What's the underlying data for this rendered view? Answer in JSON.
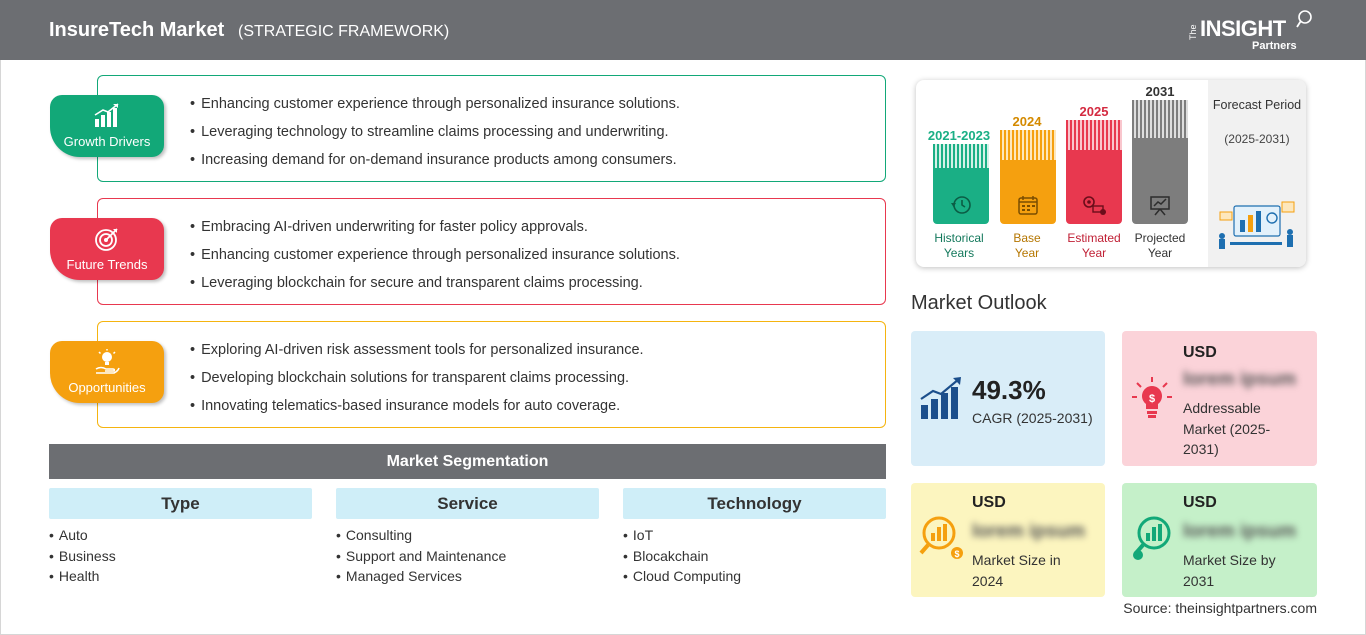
{
  "header": {
    "title": "InsureTech Market",
    "subtitle": "(STRATEGIC FRAMEWORK)",
    "logo_the": "The",
    "logo_insight": "INSIGHT",
    "logo_partners": "Partners"
  },
  "framework": {
    "growth_drivers": {
      "label": "Growth Drivers",
      "color": "#12a878",
      "items": [
        "Enhancing customer experience through personalized insurance solutions.",
        "Leveraging technology to streamline claims processing and underwriting.",
        "Increasing demand for on-demand insurance products among consumers."
      ]
    },
    "future_trends": {
      "label": "Future Trends",
      "color": "#e8384f",
      "items": [
        "Embracing AI-driven underwriting for faster policy approvals.",
        "Enhancing customer experience through personalized insurance solutions.",
        "Leveraging blockchain for secure and transparent claims processing."
      ]
    },
    "opportunities": {
      "label": "Opportunities",
      "color": "#f5a00f",
      "items": [
        "Exploring AI-driven risk assessment tools for personalized insurance.",
        "Developing blockchain solutions for transparent claims processing.",
        "Innovating telematics-based insurance models for auto coverage."
      ]
    }
  },
  "segmentation": {
    "title": "Market Segmentation",
    "columns": [
      {
        "heading": "Type",
        "items": [
          "Auto",
          "Business",
          "Health"
        ]
      },
      {
        "heading": "Service",
        "items": [
          "Consulting",
          "Support and Maintenance",
          "Managed Services"
        ]
      },
      {
        "heading": "Technology",
        "items": [
          "IoT",
          "Blocakchain",
          "Cloud Computing"
        ]
      }
    ]
  },
  "timeline": {
    "periods": [
      {
        "year": "2021-2023",
        "label_line1": "Historical",
        "label_line2": "Years",
        "color": "#1aaf85",
        "icon": "history-icon"
      },
      {
        "year": "2024",
        "label_line1": "Base",
        "label_line2": "Year",
        "color": "#f5a00f",
        "icon": "calendar-icon"
      },
      {
        "year": "2025",
        "label_line1": "Estimated",
        "label_line2": "Year",
        "color": "#e8384f",
        "icon": "gear-money-icon"
      },
      {
        "year": "2031",
        "label_line1": "Projected",
        "label_line2": "Year",
        "color": "#7d7d7d",
        "icon": "presentation-icon"
      }
    ],
    "forecast_title": "Forecast Period",
    "forecast_range": "(2025-2031)"
  },
  "outlook": {
    "title": "Market Outlook",
    "cagr": {
      "value": "49.3%",
      "label": "CAGR (2025-2031)",
      "color": "#d9edf8"
    },
    "addressable": {
      "usd": "USD",
      "value": "lorem ipsum",
      "label": "Addressable Market (2025-2031)",
      "color": "#fbd3d9"
    },
    "size_2024": {
      "usd": "USD",
      "value": "lorem ipsum",
      "label": "Market Size in 2024",
      "color": "#fcf5bf"
    },
    "size_2031": {
      "usd": "USD",
      "value": "lorem ipsum",
      "label": "Market Size by 2031",
      "color": "#c5f0c9"
    }
  },
  "source": "Source: theinsightpartners.com"
}
